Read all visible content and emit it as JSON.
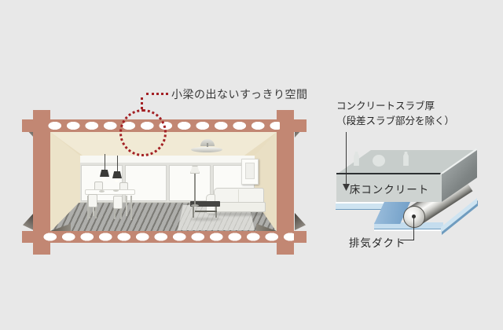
{
  "illustration": {
    "caption": "小梁の出ないすっきり空間"
  },
  "diagram": {
    "labels": {
      "slab_thickness_line1": "コンクリートスラブ厚",
      "slab_thickness_line2": "（段差スラブ部分を除く）",
      "floor_concrete": "床コンクリート",
      "exhaust_duct": "排気ダクト"
    }
  },
  "colors": {
    "background": "#e8e8e8",
    "accent_red": "#a32024",
    "frame_terracotta": "#c28773",
    "ceiling_cream": "#f1ead5",
    "wall_cream": "#ece3c9",
    "slab_front_gray": "#ced3d1",
    "slab_top_gray": "#c7cdcb",
    "plate_blue": "#cfe4f1",
    "step_blue": "#6f9dc6"
  }
}
